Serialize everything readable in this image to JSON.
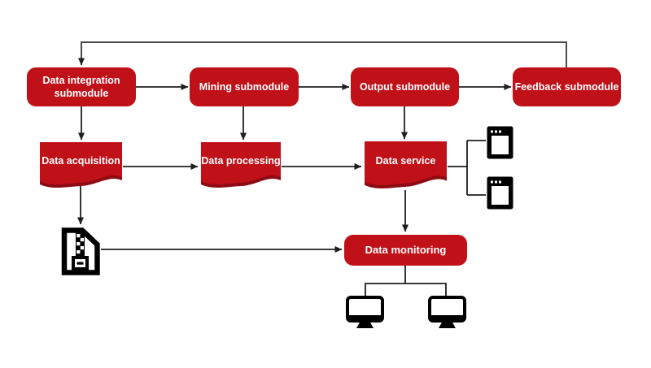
{
  "diagram_type": "flowchart",
  "colors": {
    "node_fill": "#c01119",
    "node_shadow": "#8d0b12",
    "node_text": "#ffffff",
    "connector": "#1f1f1f",
    "feedback_loop": "#4a4a4a",
    "icon": "#000000",
    "background": "#ffffff"
  },
  "nodes": {
    "data_integration": {
      "label": "Data integration submodule",
      "shape": "rounded-rect"
    },
    "mining": {
      "label": "Mining submodule",
      "shape": "rounded-rect"
    },
    "output": {
      "label": "Output submodule",
      "shape": "rounded-rect"
    },
    "feedback": {
      "label": "Feedback submodule",
      "shape": "rounded-rect"
    },
    "data_acquisition": {
      "label": "Data acquisition",
      "shape": "document"
    },
    "data_processing": {
      "label": "Data processing",
      "shape": "document"
    },
    "data_service": {
      "label": "Data service",
      "shape": "document"
    },
    "data_monitoring": {
      "label": "Data monitoring",
      "shape": "rounded-rect"
    }
  },
  "icons": [
    {
      "name": "zip-archive-icon",
      "meaning": "compressed data file storage"
    },
    {
      "name": "app-window-icon",
      "meaning": "application window (service consumer), top"
    },
    {
      "name": "app-window-icon",
      "meaning": "application window (service consumer), bottom"
    },
    {
      "name": "monitor-icon",
      "meaning": "monitoring workstation, left"
    },
    {
      "name": "monitor-icon",
      "meaning": "monitoring workstation, right"
    }
  ],
  "edges": [
    "feedback submodule -> data integration submodule (top feedback loop)",
    "data integration submodule -> mining submodule",
    "mining submodule -> output submodule",
    "output submodule -> feedback submodule",
    "data integration submodule -> data acquisition",
    "mining submodule -> data processing",
    "output submodule -> data service",
    "data acquisition -> data processing",
    "data processing -> data service",
    "data acquisition -> zip archive",
    "zip archive -> data monitoring",
    "data service -> data monitoring",
    "data service -> app windows (bracket, no arrowheads)",
    "data monitoring -> monitors (split, no arrowheads)"
  ]
}
